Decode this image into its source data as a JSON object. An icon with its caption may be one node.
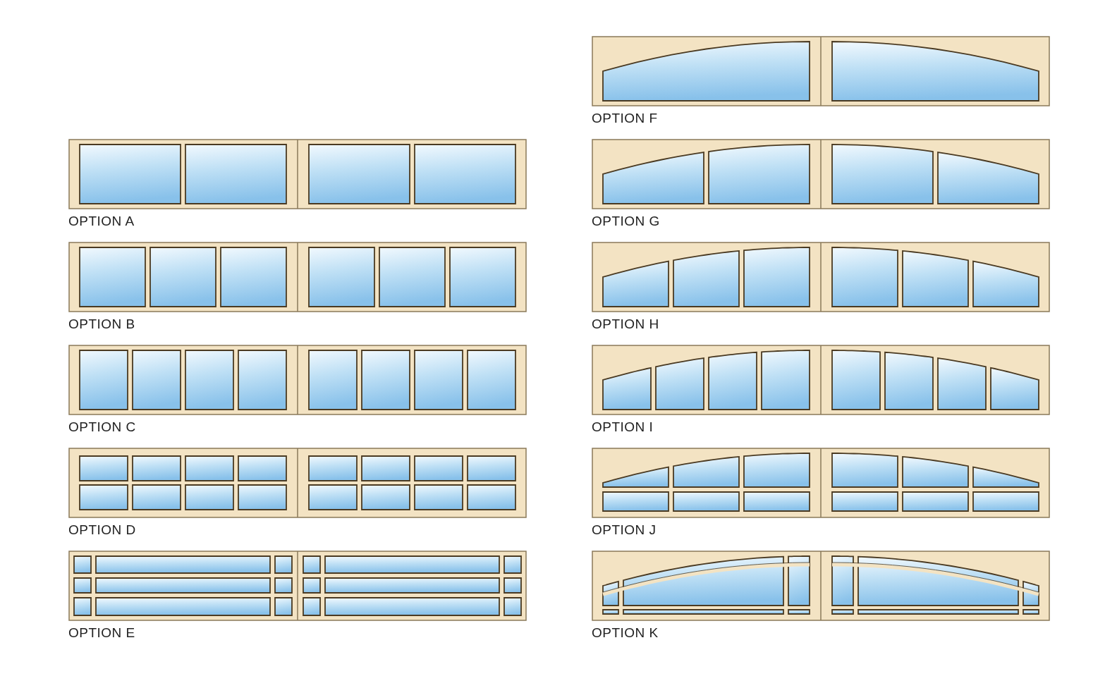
{
  "diagram": {
    "nodes": [
      {
        "text": [
          "OPTION F"
        ]
      },
      {
        "text": [
          "OPTION A"
        ]
      },
      {
        "text": [
          "OPTION G"
        ]
      },
      {
        "text": [
          "OPTION B"
        ]
      },
      {
        "text": [
          "OPTION H"
        ]
      },
      {
        "text": [
          "OPTION C"
        ]
      },
      {
        "text": [
          "OPTION I"
        ]
      },
      {
        "text": [
          "OPTION D"
        ]
      },
      {
        "text": [
          "OPTION J"
        ]
      },
      {
        "text": [
          "OPTION E"
        ]
      },
      {
        "text": [
          "OPTION K"
        ]
      }
    ]
  }
}
